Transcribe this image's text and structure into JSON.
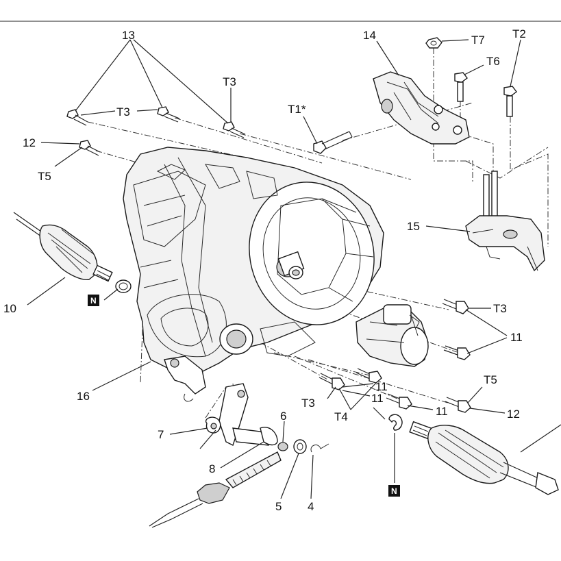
{
  "callouts": {
    "c13": "13",
    "c14": "14",
    "cT7": "T7",
    "cT2": "T2",
    "cT3a": "T3",
    "cT6": "T6",
    "cT1": "T1*",
    "cT3b": "T3",
    "c12a": "12",
    "cT5a": "T5",
    "c15": "15",
    "c10": "10",
    "cNa": "N",
    "cT3c": "T3",
    "c11a": "11",
    "c16": "16",
    "c11b": "11",
    "cT5b": "T5",
    "cT3d": "T3",
    "c11c": "11",
    "c11d": "11",
    "cT4": "T4",
    "c12b": "12",
    "c6": "6",
    "c7": "7",
    "c8": "8",
    "c5": "5",
    "c4": "4",
    "cNb": "N"
  }
}
